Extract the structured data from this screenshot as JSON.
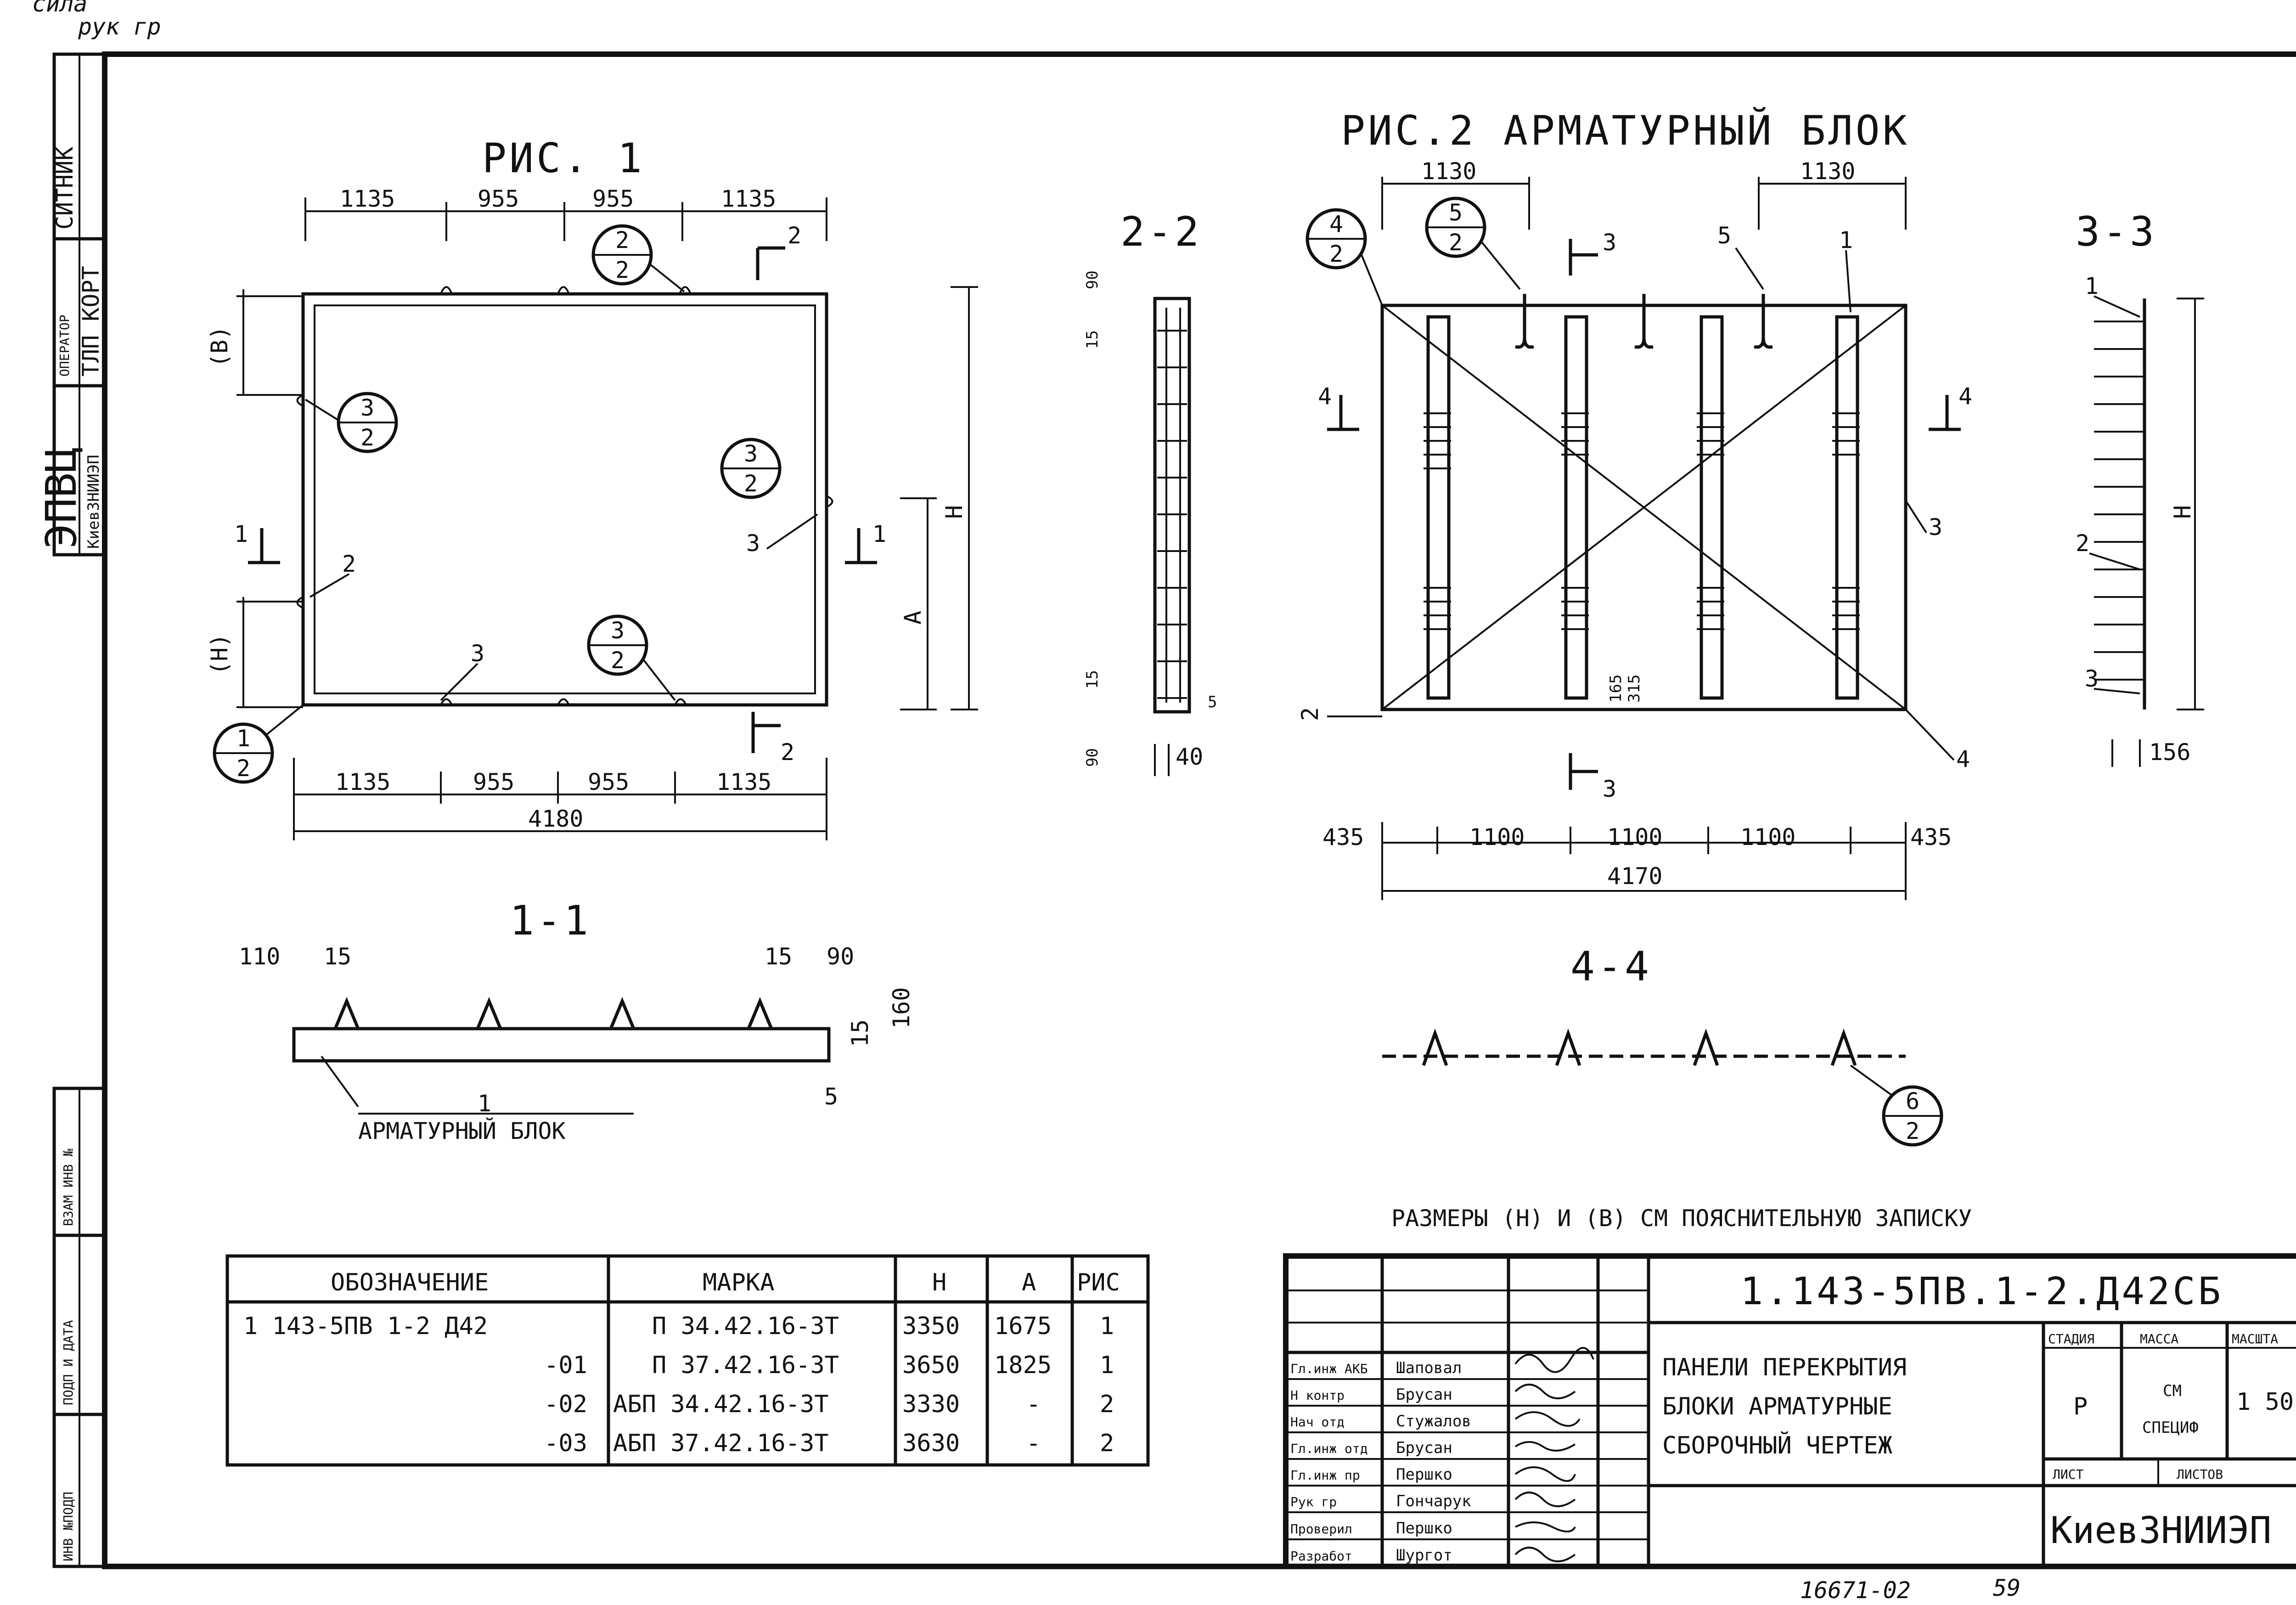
{
  "top_note": {
    "line1": "сила",
    "line2": "рук гр"
  },
  "left_stamp": {
    "block_top": "СИТНИК",
    "operator_label": "ОПЕРАТОР",
    "operator_value": "ТЛП КОРТ",
    "org_big": "ЭПВЦ",
    "org_small": "КиевЗНИИЭП",
    "vzam": "ВЗАМ ИНВ №",
    "podp": "ПОДП И ДАТА",
    "inv": "ИНВ №ПОДП"
  },
  "fig1": {
    "title": "РИС. 1",
    "top_dims": [
      "1135",
      "955",
      "955",
      "1135"
    ],
    "bottom_dims": [
      "1135",
      "955",
      "955",
      "1135"
    ],
    "total": "4180",
    "labels": {
      "B": "(В)",
      "H": "(Н)",
      "A": "А",
      "Hbig": "Н"
    },
    "callouts": [
      {
        "num": "2",
        "den": "2"
      },
      {
        "num": "3",
        "den": "2"
      },
      {
        "num": "3",
        "den": "2"
      },
      {
        "num": "3",
        "den": "2"
      },
      {
        "num": "1",
        "den": "2"
      }
    ],
    "marks": {
      "m2": "2",
      "m3a": "3",
      "m3b": "3",
      "sec1": "1",
      "sec1b": "1",
      "sec2": "2",
      "sec2b": "2"
    }
  },
  "sec22": {
    "title": "2-2",
    "d15": "15",
    "d90": "90",
    "d15b": "15",
    "d90b": "90",
    "d5": "5",
    "d40": "40"
  },
  "fig2": {
    "title": "РИС.2 АРМАТУРНЫЙ БЛОК",
    "top_dims": [
      "1130",
      "1130"
    ],
    "bottom_dims": [
      "435",
      "1100",
      "1100",
      "1100",
      "435"
    ],
    "total": "4170",
    "callouts": [
      {
        "num": "4",
        "den": "2"
      },
      {
        "num": "5",
        "den": "2"
      }
    ],
    "marks": {
      "m5": "5",
      "m1": "1",
      "m3": "3",
      "m4": "4",
      "m2": "2",
      "s3": "3",
      "s3b": "3",
      "s4": "4",
      "s4b": "4",
      "d165": "165",
      "d315": "315"
    }
  },
  "sec33": {
    "title": "3-3",
    "m1": "1",
    "m2": "2",
    "m3": "3",
    "h": "Н",
    "d156": "156"
  },
  "sec11": {
    "title": "1-1",
    "d110": "110",
    "d15": "15",
    "d15b": "15",
    "d90": "90",
    "d15c": "15",
    "d160": "160",
    "d5": "5",
    "m1": "1",
    "label": "АРМАТУРНЫЙ БЛОК"
  },
  "sec44": {
    "title": "4-4",
    "callout": {
      "num": "6",
      "den": "2"
    }
  },
  "note": "РАЗМЕРЫ (Н) И (В) СМ ПОЯСНИТЕЛЬНУЮ ЗАПИСКУ",
  "spec_table": {
    "headers": [
      "ОБОЗНАЧЕНИЕ",
      "МАРКА",
      "Н",
      "А",
      "РИС"
    ],
    "rows": [
      [
        "1 143-5ПВ 1-2 Д42",
        "П 34.42.16-3Т",
        "3350",
        "1675",
        "1"
      ],
      [
        "-01",
        "П 37.42.16-3Т",
        "3650",
        "1825",
        "1"
      ],
      [
        "-02",
        "АБП 34.42.16-3Т",
        "3330",
        "-",
        "2"
      ],
      [
        "-03",
        "АБП 37.42.16-3Т",
        "3630",
        "-",
        "2"
      ]
    ]
  },
  "title_block": {
    "code": "1.143-5ПВ.1-2.Д42СБ",
    "name_lines": [
      "ПАНЕЛИ ПЕРЕКРЫТИЯ",
      "БЛОКИ АРМАТУРНЫЕ",
      "СБОРОЧНЫЙ ЧЕРТЕЖ"
    ],
    "stage_label": "СТАДИЯ",
    "mass_label": "МАССА",
    "scale_label": "МАСШТА",
    "stage": "Р",
    "mass_1": "СМ",
    "mass_2": "СПЕЦИФ",
    "scale": "1 50",
    "sheet_label": "ЛИСТ",
    "sheets_label": "ЛИСТОВ",
    "org": "КиевЗНИИЭП",
    "people": [
      {
        "role": "Гл.инж АКБ",
        "name": "Шаповал"
      },
      {
        "role": "Н контр",
        "name": "Брусан"
      },
      {
        "role": "Нач отд",
        "name": "Стужалов"
      },
      {
        "role": "Гл.инж отд",
        "name": "Брусан"
      },
      {
        "role": "Гл.инж пр",
        "name": "Першко"
      },
      {
        "role": "Рук гр",
        "name": "Гончарук"
      },
      {
        "role": "Проверил",
        "name": "Першко"
      },
      {
        "role": "Разработ",
        "name": "Шургот"
      }
    ]
  },
  "footer": {
    "inv": "16671-02",
    "page": "59"
  }
}
